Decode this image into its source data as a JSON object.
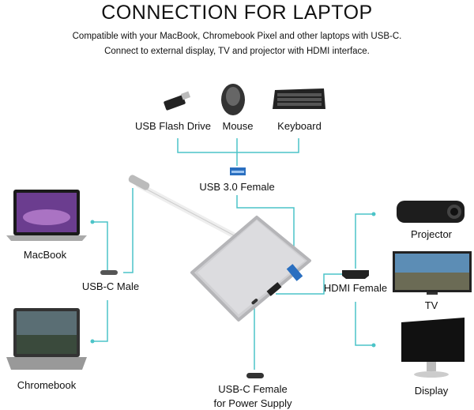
{
  "title": "CONNECTION FOR LAPTOP",
  "subtitle_lines": [
    "Compatible with your MacBook, Chromebook Pixel and other laptops with USB-C.",
    "Connect to external display, TV and projector with HDMI interface."
  ],
  "devices": {
    "usb_flash_drive": "USB Flash Drive",
    "mouse": "Mouse",
    "keyboard": "Keyboard",
    "macbook": "MacBook",
    "chromebook": "Chromebook",
    "projector": "Projector",
    "tv": "TV",
    "display": "Display"
  },
  "ports": {
    "usb3": "USB 3.0 Female",
    "usbc_male": "USB-C Male",
    "hdmi": "HDMI Female",
    "usbc_female_1": "USB-C Female",
    "usbc_female_2": "for Power Supply"
  },
  "colors": {
    "line": "#4cc4c8",
    "usb_blue": "#2a6fc0"
  }
}
